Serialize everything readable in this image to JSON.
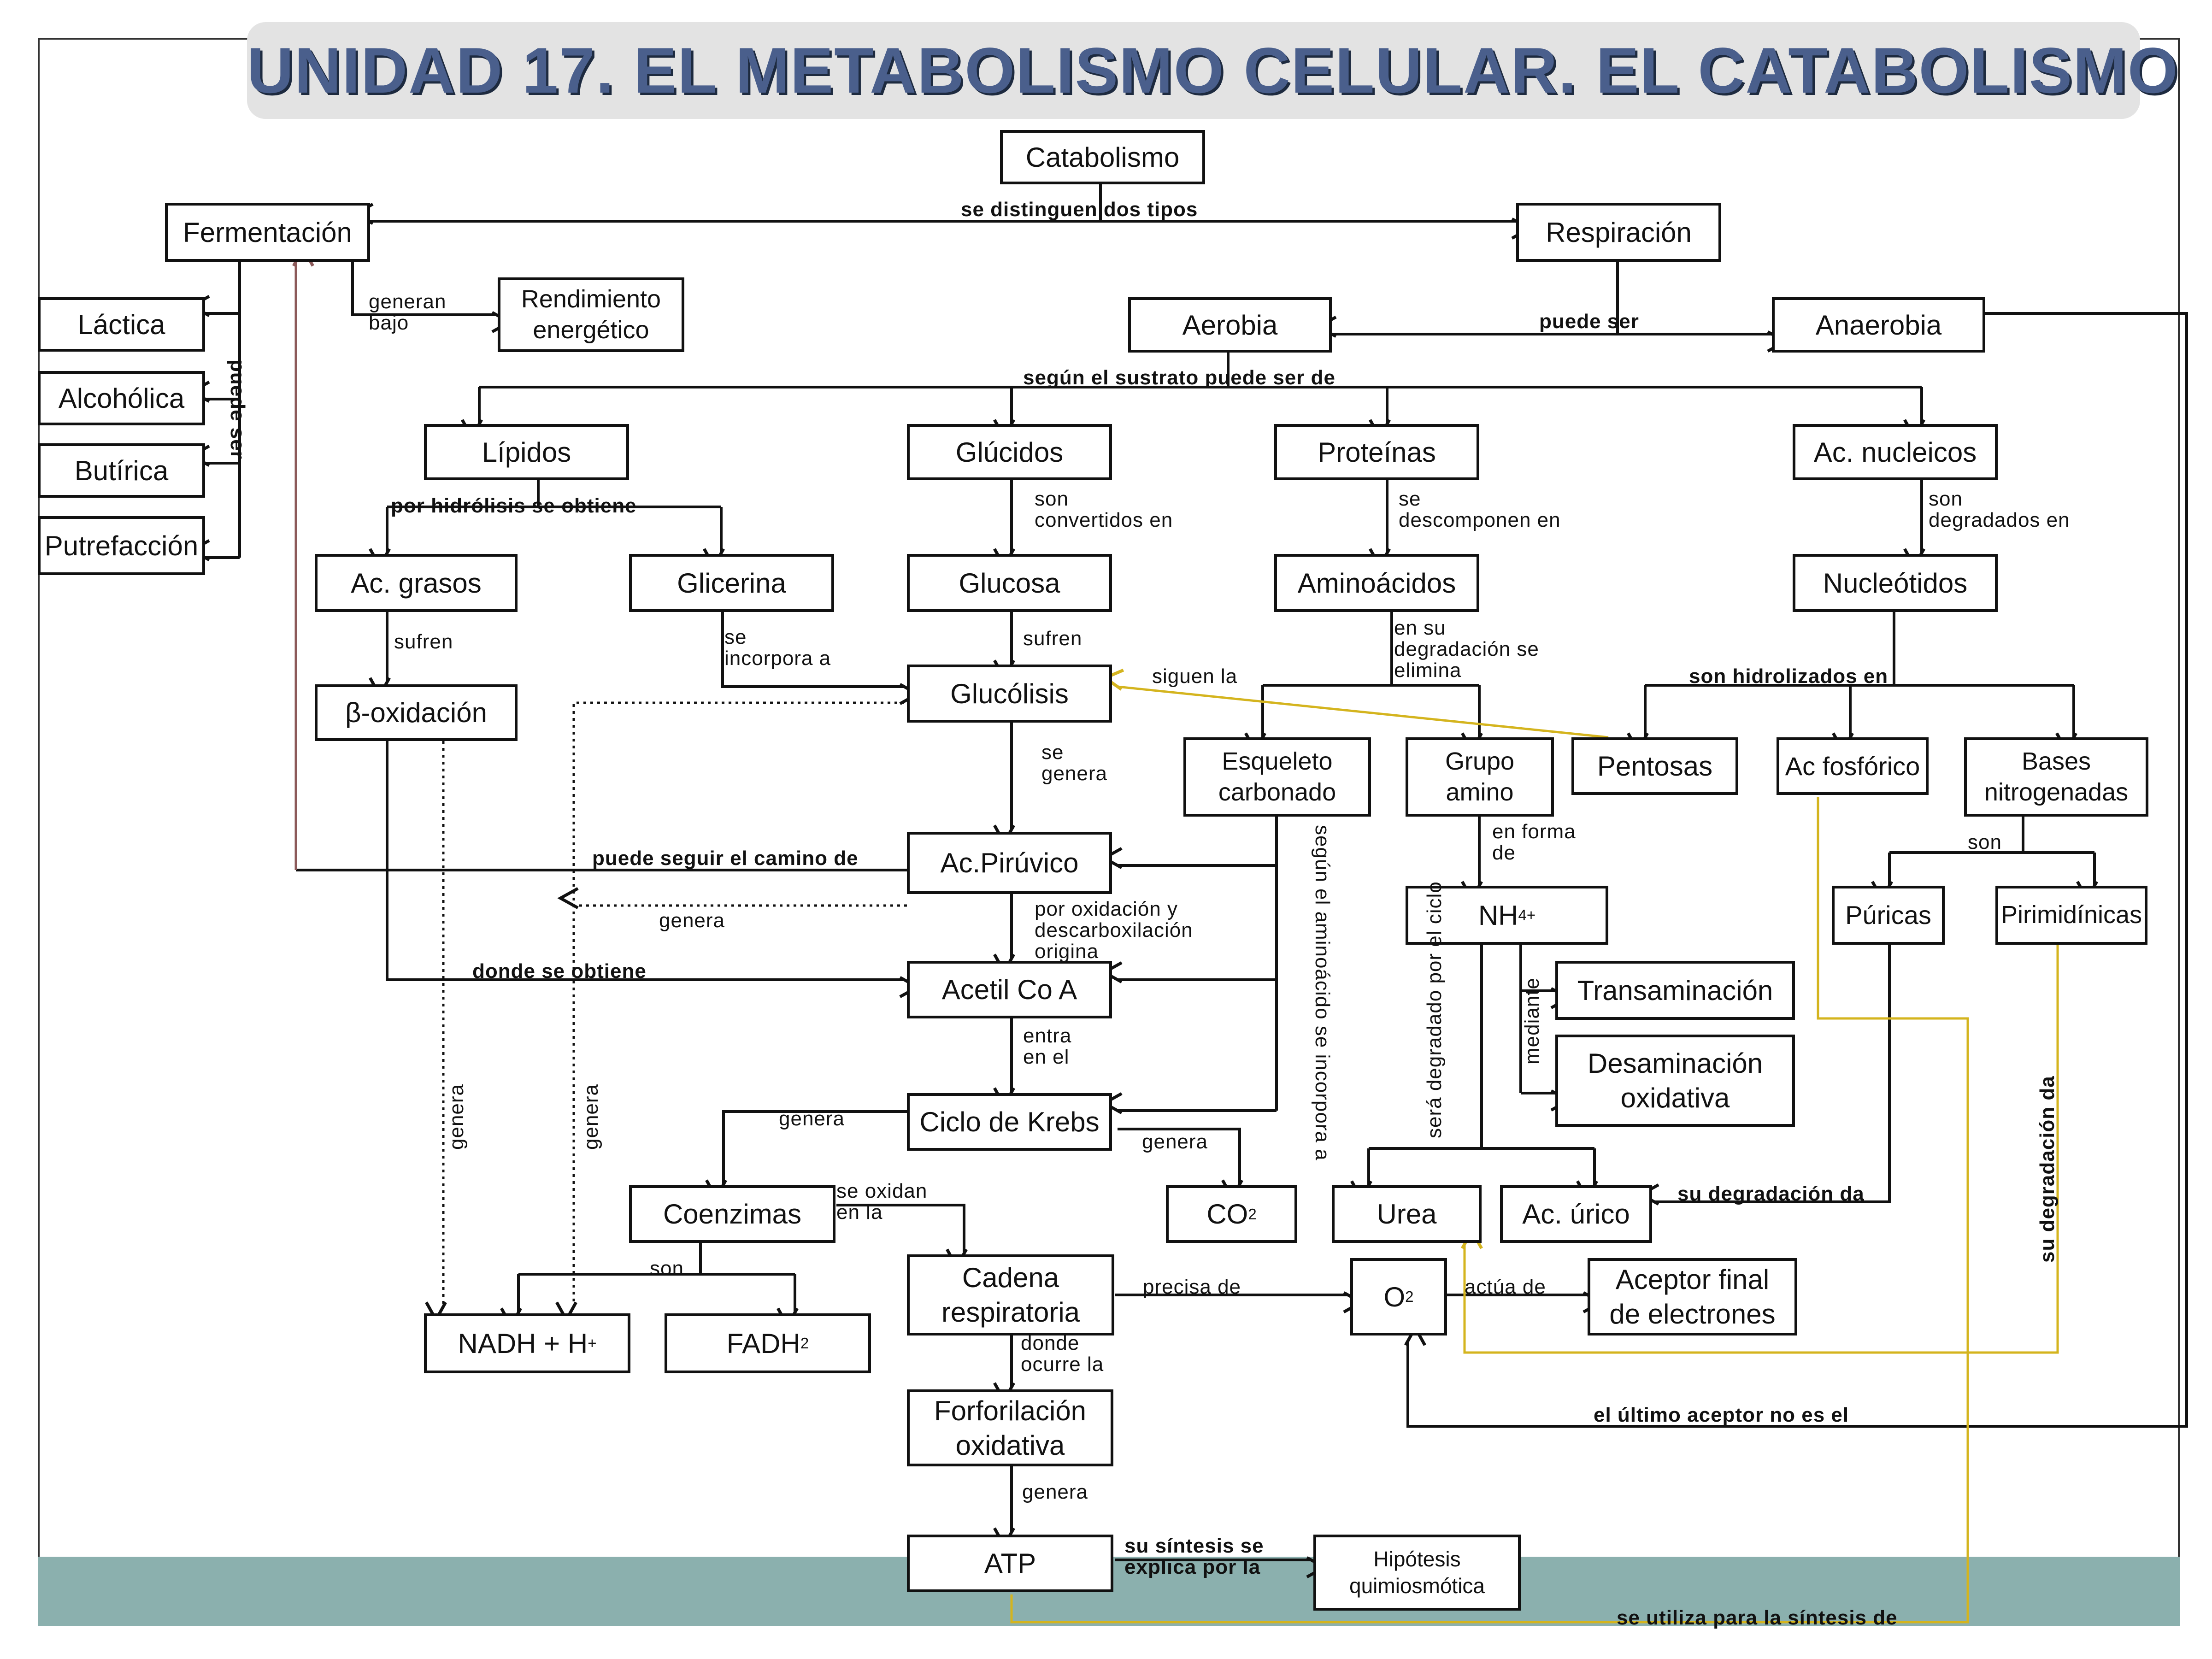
{
  "title": "UNIDAD 17. EL METABOLISMO CELULAR. EL CATABOLISMO",
  "colors": {
    "line": "#111111",
    "yellow": "#d4b41e",
    "brown": "#8c5a5a",
    "band": "#8bb0ae",
    "title_text": "#4a5f8c"
  },
  "nodes": {
    "catabolismo": "Catabolismo",
    "fermentacion": "Fermentación",
    "respiracion": "Respiración",
    "lactica": "Láctica",
    "alcoholica": "Alcohólica",
    "butirica": "Butírica",
    "putrefaccion": "Putrefacción",
    "rendimiento": "Rendimiento\nenergético",
    "aerobia": "Aerobia",
    "anaerobia": "Anaerobia",
    "lipidos": "Lípidos",
    "glucidos": "Glúcidos",
    "proteinas": "Proteínas",
    "ac_nucleicos": "Ac. nucleicos",
    "ac_grasos": "Ac. grasos",
    "glicerina": "Glicerina",
    "glucosa": "Glucosa",
    "aminoacidos": "Aminoácidos",
    "nucleotidos": "Nucleótidos",
    "beta_oxidacion": "β-oxidación",
    "glucolisis": "Glucólisis",
    "esqueleto": "Esqueleto\ncarbonado",
    "grupo_amino": "Grupo\namino",
    "pentosas": "Pentosas",
    "ac_fosforico": "Ac fosfórico",
    "bases": "Bases\nnitrogenadas",
    "ac_piruvico": "Ac.Pirúvico",
    "nh4": "NH",
    "nh4_sub": "4",
    "nh4_sup": "+",
    "puricas": "Púricas",
    "pirimidinicas": "Pirimidínicas",
    "acetil": "Acetil Co A",
    "transaminacion": "Transaminación",
    "desaminacion": "Desaminación\noxidativa",
    "krebs": "Ciclo de Krebs",
    "coenzimas": "Coenzimas",
    "co2": "CO",
    "co2_sub": "2",
    "urea": "Urea",
    "ac_urico": "Ac. úrico",
    "cadena": "Cadena\nrespiratoria",
    "o2": "O",
    "o2_sub": "2",
    "aceptor": "Aceptor final\nde electrones",
    "nadh": "NADH + H",
    "nadh_sup": "+",
    "fadh": "FADH",
    "fadh_sub": "2",
    "fosforilacion": "Forforilación\noxidativa",
    "atp": "ATP",
    "hipotesis": "Hipótesis\nquimiosmótica"
  },
  "labels": {
    "se_distinguen": "se distinguen  dos tipos",
    "generan_bajo": "generan\nbajo",
    "puede_ser_v": "puede ser",
    "puede_ser": "puede  ser",
    "segun_sustrato": "según el sustrato  puede ser de",
    "por_hidrolisis": "por hidrólisis  se obtiene",
    "son_convertidos": "son\nconvertidos en",
    "se_descomponen": "se\ndescomponen en",
    "son_degradados": "son\ndegradados en",
    "sufren_1": "sufren",
    "se_incorpora": "se\nincorpora a",
    "sufren_2": "sufren",
    "siguen_la": "siguen la",
    "en_su_degradacion": "en su\ndegradación se\nelimina",
    "son_hidrolizados": "son hidrolizados   en",
    "se_genera": "se\ngenera",
    "puede_seguir": "puede seguir el camino de",
    "segun_aminoacido_v": "según el aminoácido se\nincorpora a",
    "en_forma_de": "en forma\nde",
    "son": "son",
    "genera_1": "genera",
    "por_oxidacion": "por oxidación y\ndescarboxilación\norigina",
    "donde_se_obtiene": "donde se   obtiene",
    "entra_en_el": "entra\nen el",
    "mediante_v": "mediante",
    "sera_degradado_v": "será degradado\npor el ciclo",
    "genera_v1": "genera",
    "genera_v2": "genera",
    "genera_2": "genera",
    "genera_3": "genera",
    "se_oxidan": "se oxidan\nen la",
    "son_2": "son",
    "su_degradacion_da": "su degradación da",
    "su_degradacion_da_v": "su degradación da",
    "precisa_de": "precisa de",
    "actua_de": "actúa de",
    "donde_ocurre": "donde\nocurre la",
    "el_ultimo": "el último aceptor no es el",
    "genera_4": "genera",
    "su_sintesis": "su síntesis se\nexplica por la",
    "se_utiliza": "se utiliza para la síntesis de"
  }
}
